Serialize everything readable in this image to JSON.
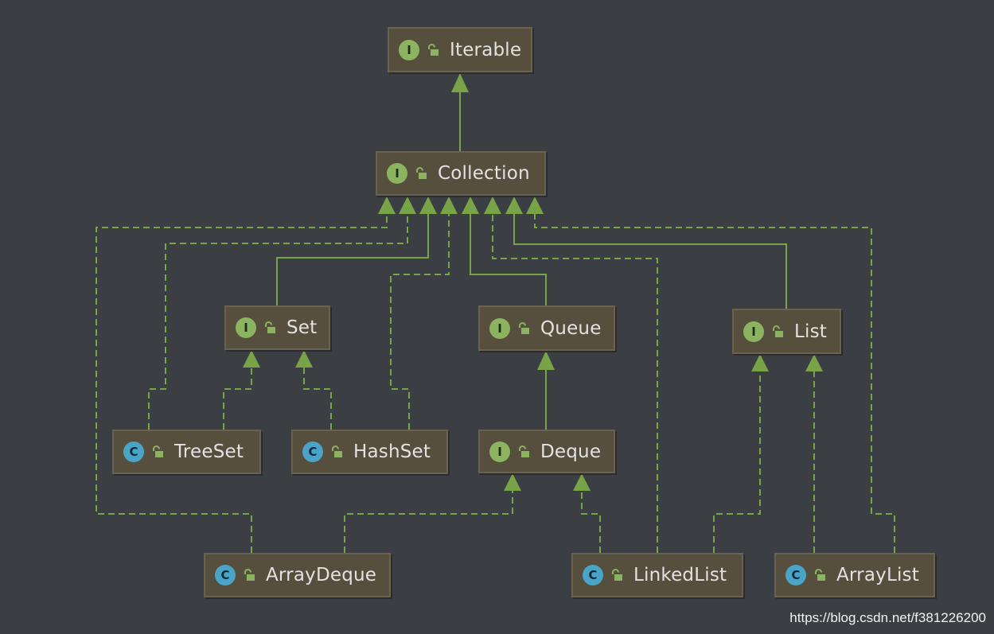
{
  "diagram": {
    "nodes": {
      "iterable": {
        "label": "Iterable",
        "kind": "interface",
        "badge": "I"
      },
      "collection": {
        "label": "Collection",
        "kind": "interface",
        "badge": "I"
      },
      "set": {
        "label": "Set",
        "kind": "interface",
        "badge": "I"
      },
      "queue": {
        "label": "Queue",
        "kind": "interface",
        "badge": "I"
      },
      "list": {
        "label": "List",
        "kind": "interface",
        "badge": "I"
      },
      "treeset": {
        "label": "TreeSet",
        "kind": "class",
        "badge": "C"
      },
      "hashset": {
        "label": "HashSet",
        "kind": "class",
        "badge": "C"
      },
      "deque": {
        "label": "Deque",
        "kind": "interface",
        "badge": "I"
      },
      "arraydeque": {
        "label": "ArrayDeque",
        "kind": "class",
        "badge": "C"
      },
      "linkedlist": {
        "label": "LinkedList",
        "kind": "class",
        "badge": "C"
      },
      "arraylist": {
        "label": "ArrayList",
        "kind": "class",
        "badge": "C"
      }
    },
    "edges": [
      {
        "from": "collection",
        "to": "iterable",
        "style": "solid"
      },
      {
        "from": "set",
        "to": "collection",
        "style": "solid"
      },
      {
        "from": "queue",
        "to": "collection",
        "style": "solid"
      },
      {
        "from": "list",
        "to": "collection",
        "style": "solid"
      },
      {
        "from": "deque",
        "to": "queue",
        "style": "solid"
      },
      {
        "from": "arraydeque",
        "to": "collection",
        "style": "dashed"
      },
      {
        "from": "treeset",
        "to": "collection",
        "style": "dashed"
      },
      {
        "from": "hashset",
        "to": "collection",
        "style": "dashed"
      },
      {
        "from": "linkedlist",
        "to": "collection",
        "style": "dashed"
      },
      {
        "from": "arraylist",
        "to": "collection",
        "style": "dashed"
      },
      {
        "from": "treeset",
        "to": "set",
        "style": "dashed"
      },
      {
        "from": "hashset",
        "to": "set",
        "style": "dashed"
      },
      {
        "from": "arraydeque",
        "to": "deque",
        "style": "dashed"
      },
      {
        "from": "linkedlist",
        "to": "deque",
        "style": "dashed"
      },
      {
        "from": "linkedlist",
        "to": "list",
        "style": "dashed"
      },
      {
        "from": "arraylist",
        "to": "list",
        "style": "dashed"
      }
    ]
  },
  "colors": {
    "background": "#3b3e43",
    "node_fill": "#574f3e",
    "edge": "#79a347",
    "interface_badge": "#8cb360",
    "class_badge": "#4aa4c8"
  },
  "watermark": "https://blog.csdn.net/f381226200"
}
